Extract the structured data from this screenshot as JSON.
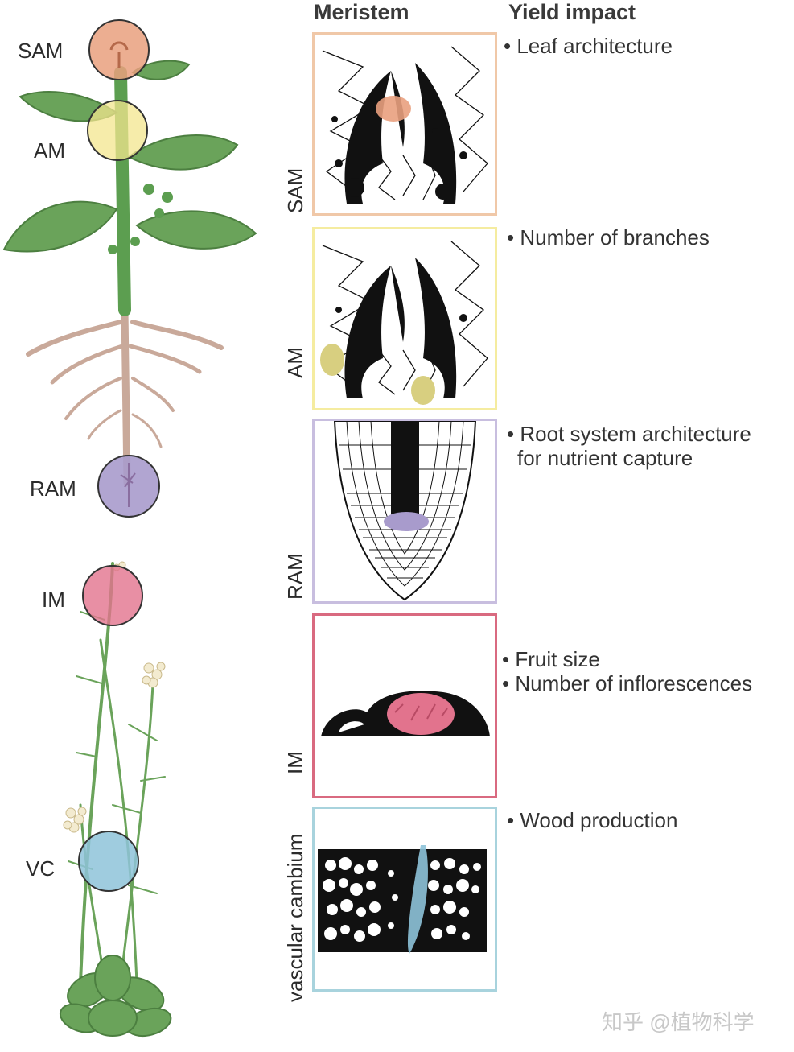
{
  "headers": {
    "meristem": "Meristem",
    "yield": "Yield impact"
  },
  "plant_labels": {
    "sam": "SAM",
    "am": "AM",
    "ram": "RAM",
    "im": "IM",
    "vc": "VC"
  },
  "panel_labels": {
    "sam": "SAM",
    "am": "AM",
    "ram": "RAM",
    "im": "IM",
    "vc": "vascular cambium"
  },
  "yield_items": {
    "sam": [
      "• Leaf architecture"
    ],
    "am": [
      "• Number of branches"
    ],
    "ram": [
      "• Root system architecture",
      "for nutrient capture"
    ],
    "im": [
      "• Fruit size",
      "• Number of inflorescences"
    ],
    "vc": [
      "• Wood production"
    ]
  },
  "watermark": "知乎 @植物科学",
  "colors": {
    "sam": "#e9a07e",
    "am": "#f3e58e",
    "ram": "#a89bcc",
    "im": "#e2738d",
    "vc": "#8ec3d9",
    "leaf": "#6aa35a",
    "stem": "#5c9e50",
    "root": "#c9a99a",
    "border_sam": "#f0c8a8",
    "border_am": "#f5eca0",
    "border_ram": "#c8bedf",
    "border_im": "#d96a80",
    "border_vc": "#a8d3dd"
  }
}
